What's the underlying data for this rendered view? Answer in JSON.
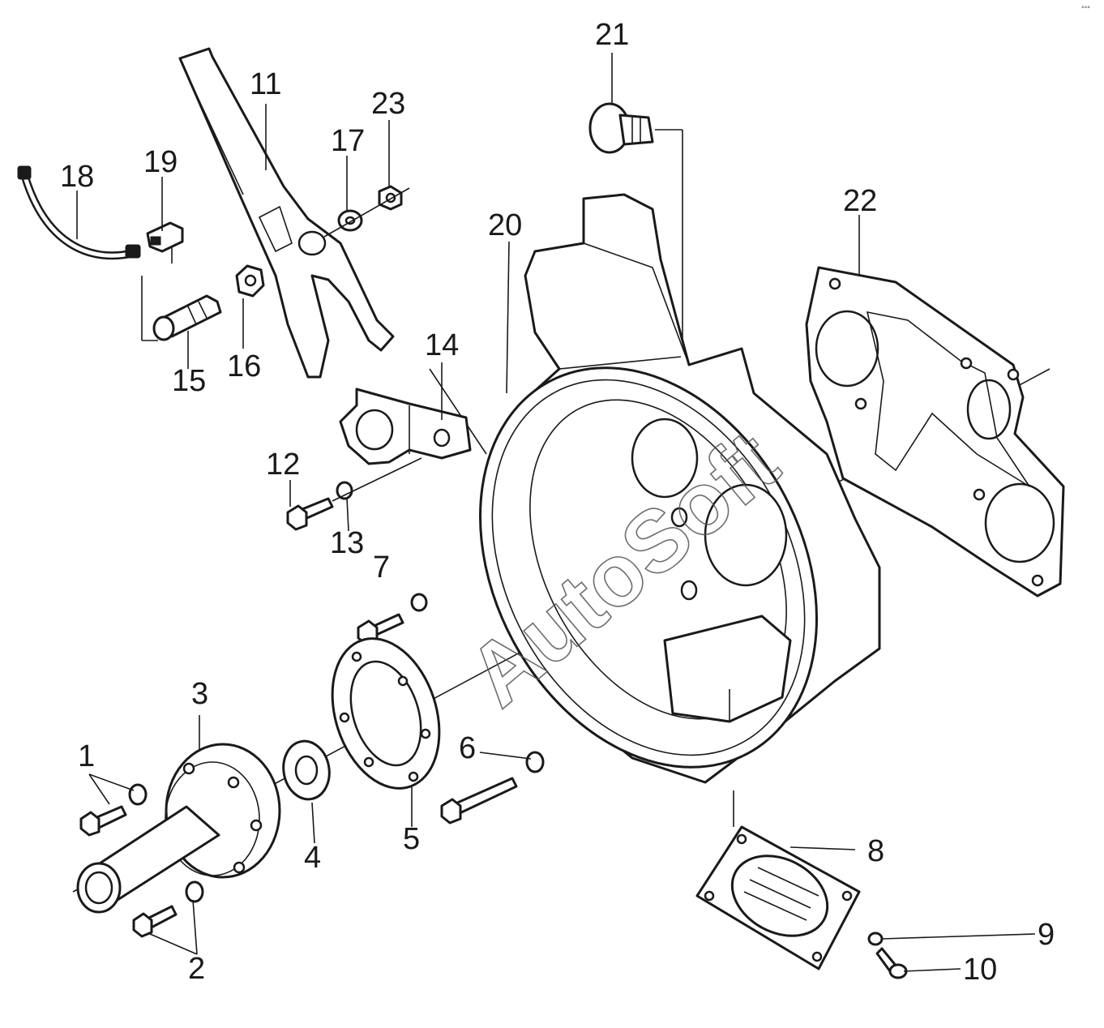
{
  "watermark": "AutoSoft",
  "corner_mark": "°°°",
  "callouts": [
    {
      "id": "c1",
      "text": "1"
    },
    {
      "id": "c2",
      "text": "2"
    },
    {
      "id": "c3",
      "text": "3"
    },
    {
      "id": "c4",
      "text": "4"
    },
    {
      "id": "c5",
      "text": "5"
    },
    {
      "id": "c6",
      "text": "6"
    },
    {
      "id": "c7",
      "text": "7"
    },
    {
      "id": "c8",
      "text": "8"
    },
    {
      "id": "c9",
      "text": "9"
    },
    {
      "id": "c10",
      "text": "10"
    },
    {
      "id": "c11",
      "text": "11"
    },
    {
      "id": "c12",
      "text": "12"
    },
    {
      "id": "c13",
      "text": "13"
    },
    {
      "id": "c14",
      "text": "14"
    },
    {
      "id": "c15",
      "text": "15"
    },
    {
      "id": "c16",
      "text": "16"
    },
    {
      "id": "c17",
      "text": "17"
    },
    {
      "id": "c18",
      "text": "18"
    },
    {
      "id": "c19",
      "text": "19"
    },
    {
      "id": "c20",
      "text": "20"
    },
    {
      "id": "c21",
      "text": "21"
    },
    {
      "id": "c22",
      "text": "22"
    },
    {
      "id": "c23",
      "text": "23"
    }
  ]
}
